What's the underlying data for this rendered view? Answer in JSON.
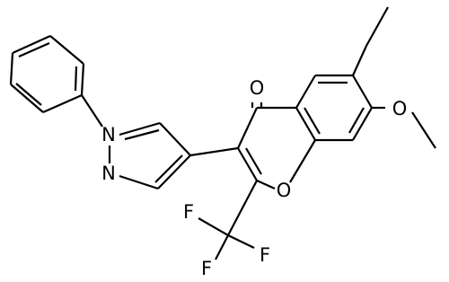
{
  "molecule": {
    "atoms": {
      "ketone_oxygen": "O",
      "ring_oxygen": "O",
      "methoxy_oxygen": "O",
      "pyrazole_n1": "N",
      "pyrazole_n2": "N",
      "fluorine_1": "F",
      "fluorine_2": "F",
      "fluorine_3": "F"
    },
    "colors": {
      "ink": "#000000",
      "background": "#ffffff"
    }
  }
}
